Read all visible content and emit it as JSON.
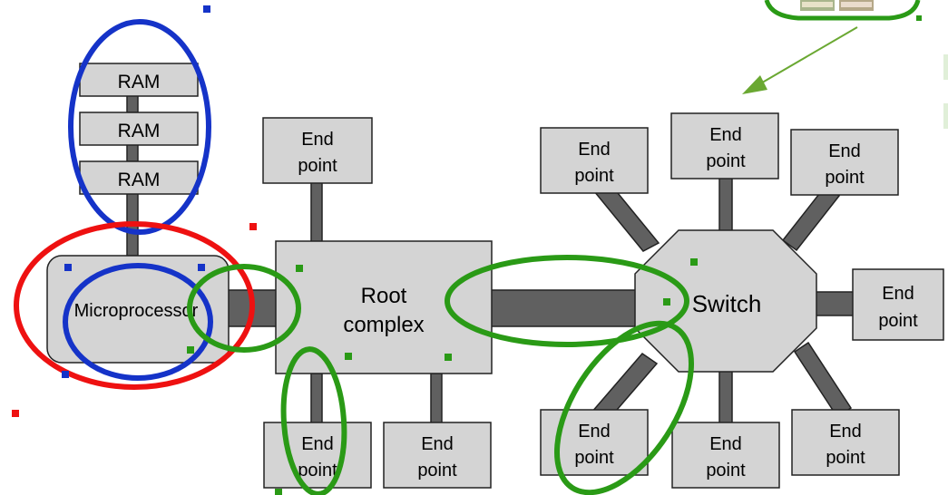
{
  "diagram": {
    "ram_modules": [
      {
        "label": "RAM"
      },
      {
        "label": "RAM"
      },
      {
        "label": "RAM"
      }
    ],
    "microprocessor": {
      "label": "Microprocessor"
    },
    "root_complex": {
      "line1": "Root",
      "line2": "complex"
    },
    "switch": {
      "label": "Switch"
    },
    "endpoints": {
      "root_top": {
        "line1": "End",
        "line2": "point"
      },
      "root_bottom_left": {
        "line1": "End",
        "line2": "point"
      },
      "root_bottom_right": {
        "line1": "End",
        "line2": "point"
      },
      "switch_top_left": {
        "line1": "End",
        "line2": "point"
      },
      "switch_top": {
        "line1": "End",
        "line2": "point"
      },
      "switch_top_right": {
        "line1": "End",
        "line2": "point"
      },
      "switch_right": {
        "line1": "End",
        "line2": "point"
      },
      "switch_bottom_left": {
        "line1": "End",
        "line2": "point"
      },
      "switch_bottom": {
        "line1": "End",
        "line2": "point"
      },
      "switch_bottom_right": {
        "line1": "End",
        "line2": "point"
      }
    },
    "colors": {
      "box_fill": "#d4d4d4",
      "link": "#606060",
      "annotation_blue": "#1533c8",
      "annotation_red": "#ee1111",
      "annotation_green": "#2a9a16",
      "arrow": "#6aa832"
    }
  }
}
